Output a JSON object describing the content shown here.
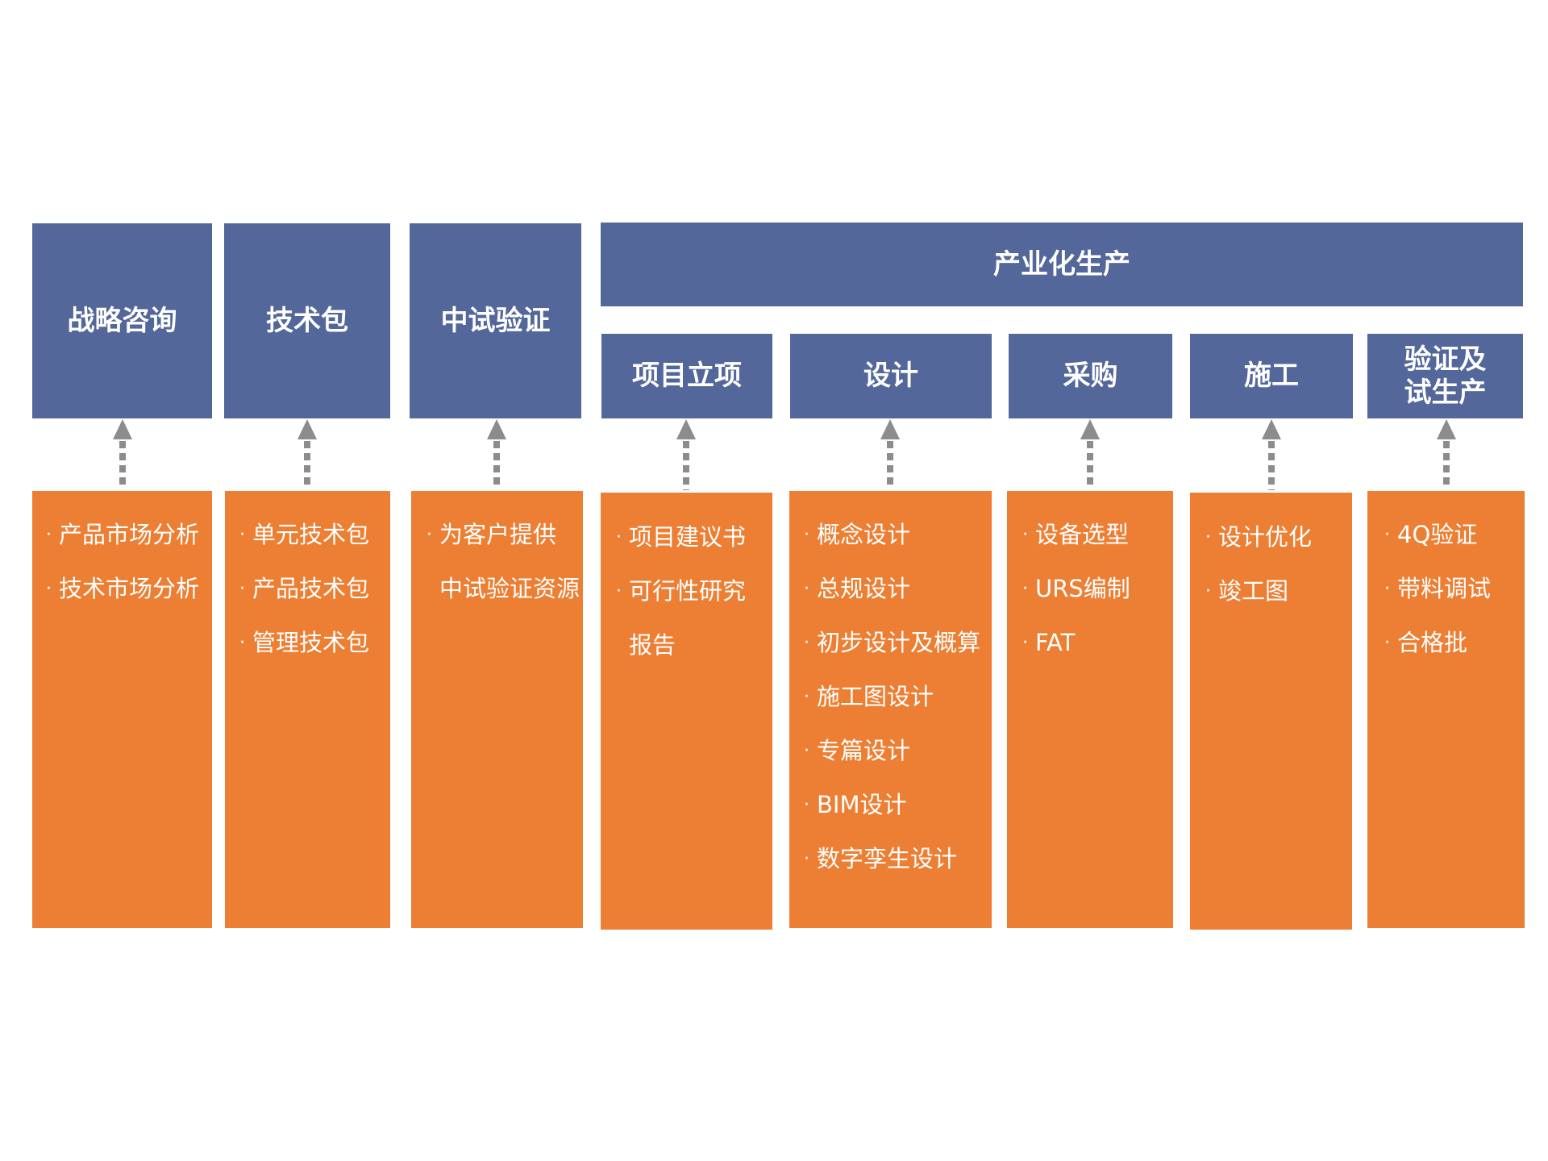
{
  "top_header": {
    "label": "产业化生产"
  },
  "columns": [
    {
      "header": [
        "战略咨询"
      ],
      "items": [
        {
          "text": "产品市场分析",
          "bullet": true
        },
        {
          "text": "技术市场分析",
          "bullet": true
        }
      ]
    },
    {
      "header": [
        "技术包"
      ],
      "items": [
        {
          "text": "单元技术包",
          "bullet": true
        },
        {
          "text": "产品技术包",
          "bullet": true
        },
        {
          "text": "管理技术包",
          "bullet": true
        }
      ]
    },
    {
      "header": [
        "中试验证"
      ],
      "items": [
        {
          "text": "为客户提供",
          "bullet": true
        },
        {
          "text": "中试验证资源",
          "bullet": false
        }
      ]
    },
    {
      "header": [
        "项目立项"
      ],
      "items": [
        {
          "text": "项目建议书",
          "bullet": true
        },
        {
          "text": "可行性研究",
          "bullet": true
        },
        {
          "text": "报告",
          "bullet": false
        }
      ]
    },
    {
      "header": [
        "设计"
      ],
      "items": [
        {
          "text": "概念设计",
          "bullet": true
        },
        {
          "text": "总规设计",
          "bullet": true
        },
        {
          "text": "初步设计及概算",
          "bullet": true
        },
        {
          "text": "施工图设计",
          "bullet": true
        },
        {
          "text": "专篇设计",
          "bullet": true
        },
        {
          "text": "BIM设计",
          "bullet": true
        },
        {
          "text": "数字孪生设计",
          "bullet": true
        }
      ]
    },
    {
      "header": [
        "采购"
      ],
      "items": [
        {
          "text": "设备选型",
          "bullet": true
        },
        {
          "text": "URS编制",
          "bullet": true
        },
        {
          "text": "FAT",
          "bullet": true
        }
      ]
    },
    {
      "header": [
        "施工"
      ],
      "items": [
        {
          "text": "设计优化",
          "bullet": true
        },
        {
          "text": "竣工图",
          "bullet": true
        }
      ]
    },
    {
      "header": [
        "验证及",
        "试生产"
      ],
      "items": [
        {
          "text": "4Q验证",
          "bullet": true
        },
        {
          "text": "带料调试",
          "bullet": true
        },
        {
          "text": "合格批",
          "bullet": true
        }
      ]
    }
  ],
  "bullet_char": "·",
  "colors": {
    "header_blue": "#53679a",
    "content_orange": "#ec7f33",
    "arrow_gray": "#8c8c8c",
    "text": "#ffffff"
  },
  "connector": {
    "style": "dotted-arrow-up"
  }
}
